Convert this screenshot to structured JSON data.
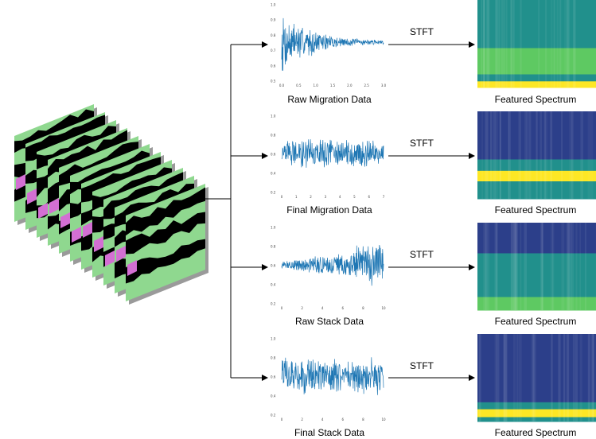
{
  "source_label": "",
  "stft_label": "STFT",
  "rows": [
    {
      "name": "Raw Migration Data",
      "spectrum_label": "Featured Spectrum",
      "plot": {
        "pattern": "decay",
        "x_ticks": [
          "0.0",
          "0.5",
          "1.0",
          "1.5",
          "2.0",
          "2.5",
          "3.0"
        ],
        "y_ticks": [
          "1.0",
          "0.9",
          "0.8",
          "0.7",
          "0.6",
          "0.5"
        ]
      },
      "spectrum": {
        "pattern": "raw_mig"
      }
    },
    {
      "name": "Final Migration Data",
      "spectrum_label": "Featured Spectrum",
      "plot": {
        "pattern": "steady",
        "x_ticks": [
          "0",
          "1",
          "2",
          "3",
          "4",
          "5",
          "6",
          "7"
        ],
        "y_ticks": [
          "1.0",
          "0.8",
          "0.6",
          "0.4",
          "0.2"
        ]
      },
      "spectrum": {
        "pattern": "final_mig"
      }
    },
    {
      "name": "Raw Stack Data",
      "spectrum_label": "Featured Spectrum",
      "plot": {
        "pattern": "growing",
        "x_ticks": [
          "0",
          "2",
          "4",
          "6",
          "8",
          "10"
        ],
        "y_ticks": [
          "1.0",
          "0.8",
          "0.6",
          "0.4",
          "0.2"
        ]
      },
      "spectrum": {
        "pattern": "raw_stack"
      }
    },
    {
      "name": "Final Stack Data",
      "spectrum_label": "Featured Spectrum",
      "plot": {
        "pattern": "steady_wide",
        "x_ticks": [
          "0",
          "2",
          "4",
          "6",
          "8",
          "10"
        ],
        "y_ticks": [
          "1.0",
          "0.8",
          "0.6",
          "0.4",
          "0.2"
        ]
      },
      "spectrum": {
        "pattern": "final_stack"
      }
    }
  ],
  "colors": {
    "signal": "#1f77b4",
    "arrow": "#000000",
    "seismic_green": "#8fd88f",
    "seismic_pink": "#d36fd3",
    "seismic_black": "#000000",
    "seismic_gray": "#9a9a9a",
    "viridis_dark": "#2c3f8a",
    "viridis_mid": "#21908c",
    "viridis_light": "#5ec962",
    "viridis_yellow": "#fde725"
  }
}
